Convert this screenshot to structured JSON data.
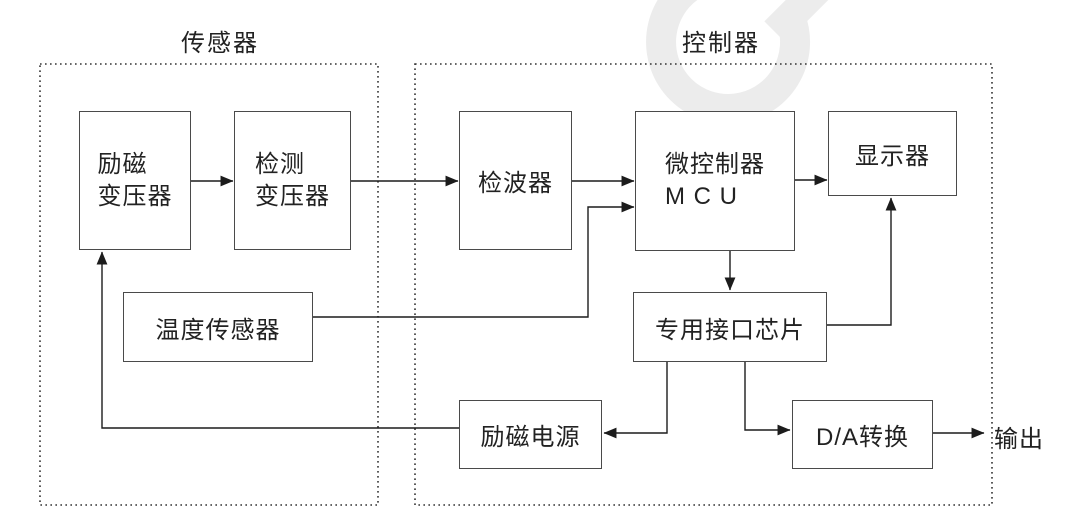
{
  "diagram": {
    "sensor_group": {
      "title": "传感器"
    },
    "controller_group": {
      "title": "控制器"
    },
    "nodes": {
      "excitation_transformer": {
        "line1": "励磁",
        "line2": "变压器"
      },
      "detection_transformer": {
        "line1": "检测",
        "line2": "变压器"
      },
      "detector": {
        "label": "检波器"
      },
      "mcu": {
        "line1": "微控制器",
        "line2": "M C U"
      },
      "display": {
        "label": "显示器"
      },
      "temperature_sensor": {
        "label": "温度传感器"
      },
      "interface_chip": {
        "label": "专用接口芯片"
      },
      "excitation_power": {
        "label": "励磁电源"
      },
      "da_converter": {
        "label": "D/A转换"
      }
    },
    "output_label": "输出",
    "colors": {
      "line": "#1c1c1c",
      "box_border": "#4a4a4a",
      "text": "#222222",
      "dotted_border": "#333333",
      "watermark": "#ececec",
      "background": "#ffffff"
    }
  }
}
